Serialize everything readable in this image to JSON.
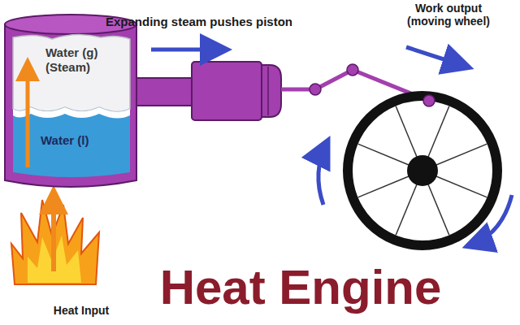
{
  "diagram": {
    "title": "Heat Engine",
    "nodes": [
      {
        "text": [
          "Water (g) (Steam)",
          "Water (l)"
        ]
      }
    ],
    "labels": [
      "Expanding steam pushes piston",
      "Work output (moving wheel)",
      "Heat Input"
    ]
  }
}
